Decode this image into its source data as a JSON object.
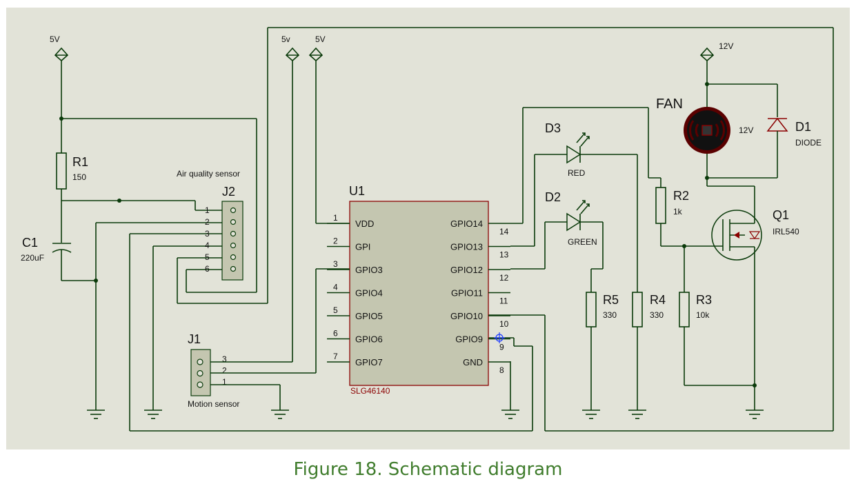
{
  "caption": "Figure 18. Schematic diagram",
  "power": {
    "c1_top": "5V",
    "j1_a": "5v",
    "j1_b": "5V",
    "fan": "12V"
  },
  "r1": {
    "ref": "R1",
    "value": "150"
  },
  "c1": {
    "ref": "C1",
    "value": "220uF"
  },
  "j2": {
    "ref": "J2",
    "title": "Air quality sensor",
    "pins": [
      "1",
      "2",
      "3",
      "4",
      "5",
      "6"
    ]
  },
  "j1": {
    "ref": "J1",
    "title": "Motion sensor",
    "pins": [
      "3",
      "2",
      "1"
    ]
  },
  "u1": {
    "ref": "U1",
    "part": "SLG46140",
    "left_pins": [
      {
        "num": "1",
        "name": "VDD"
      },
      {
        "num": "2",
        "name": "GPI"
      },
      {
        "num": "3",
        "name": "GPIO3"
      },
      {
        "num": "4",
        "name": "GPIO4"
      },
      {
        "num": "5",
        "name": "GPIO5"
      },
      {
        "num": "6",
        "name": "GPIO6"
      },
      {
        "num": "7",
        "name": "GPIO7"
      }
    ],
    "right_pins": [
      {
        "num": "14",
        "name": "GPIO14"
      },
      {
        "num": "13",
        "name": "GPIO13"
      },
      {
        "num": "12",
        "name": "GPIO12"
      },
      {
        "num": "11",
        "name": "GPIO11"
      },
      {
        "num": "10",
        "name": "GPIO10"
      },
      {
        "num": "9",
        "name": "GPIO9"
      },
      {
        "num": "8",
        "name": "GND"
      }
    ]
  },
  "d3": {
    "ref": "D3",
    "value": "RED"
  },
  "d2": {
    "ref": "D2",
    "value": "GREEN"
  },
  "r5": {
    "ref": "R5",
    "value": "330"
  },
  "r4": {
    "ref": "R4",
    "value": "330"
  },
  "r3": {
    "ref": "R3",
    "value": "10k"
  },
  "r2": {
    "ref": "R2",
    "value": "1k"
  },
  "fan": {
    "ref": "FAN",
    "value": "12V"
  },
  "d1": {
    "ref": "D1",
    "value": "DIODE"
  },
  "q1": {
    "ref": "Q1",
    "value": "IRL540"
  },
  "colors": {
    "canvas": "#e2e3d8",
    "wire": "#0a3a0a",
    "chip": "#c4c6b0",
    "chip_border": "#8b0000",
    "caption": "#3f7c2c"
  }
}
